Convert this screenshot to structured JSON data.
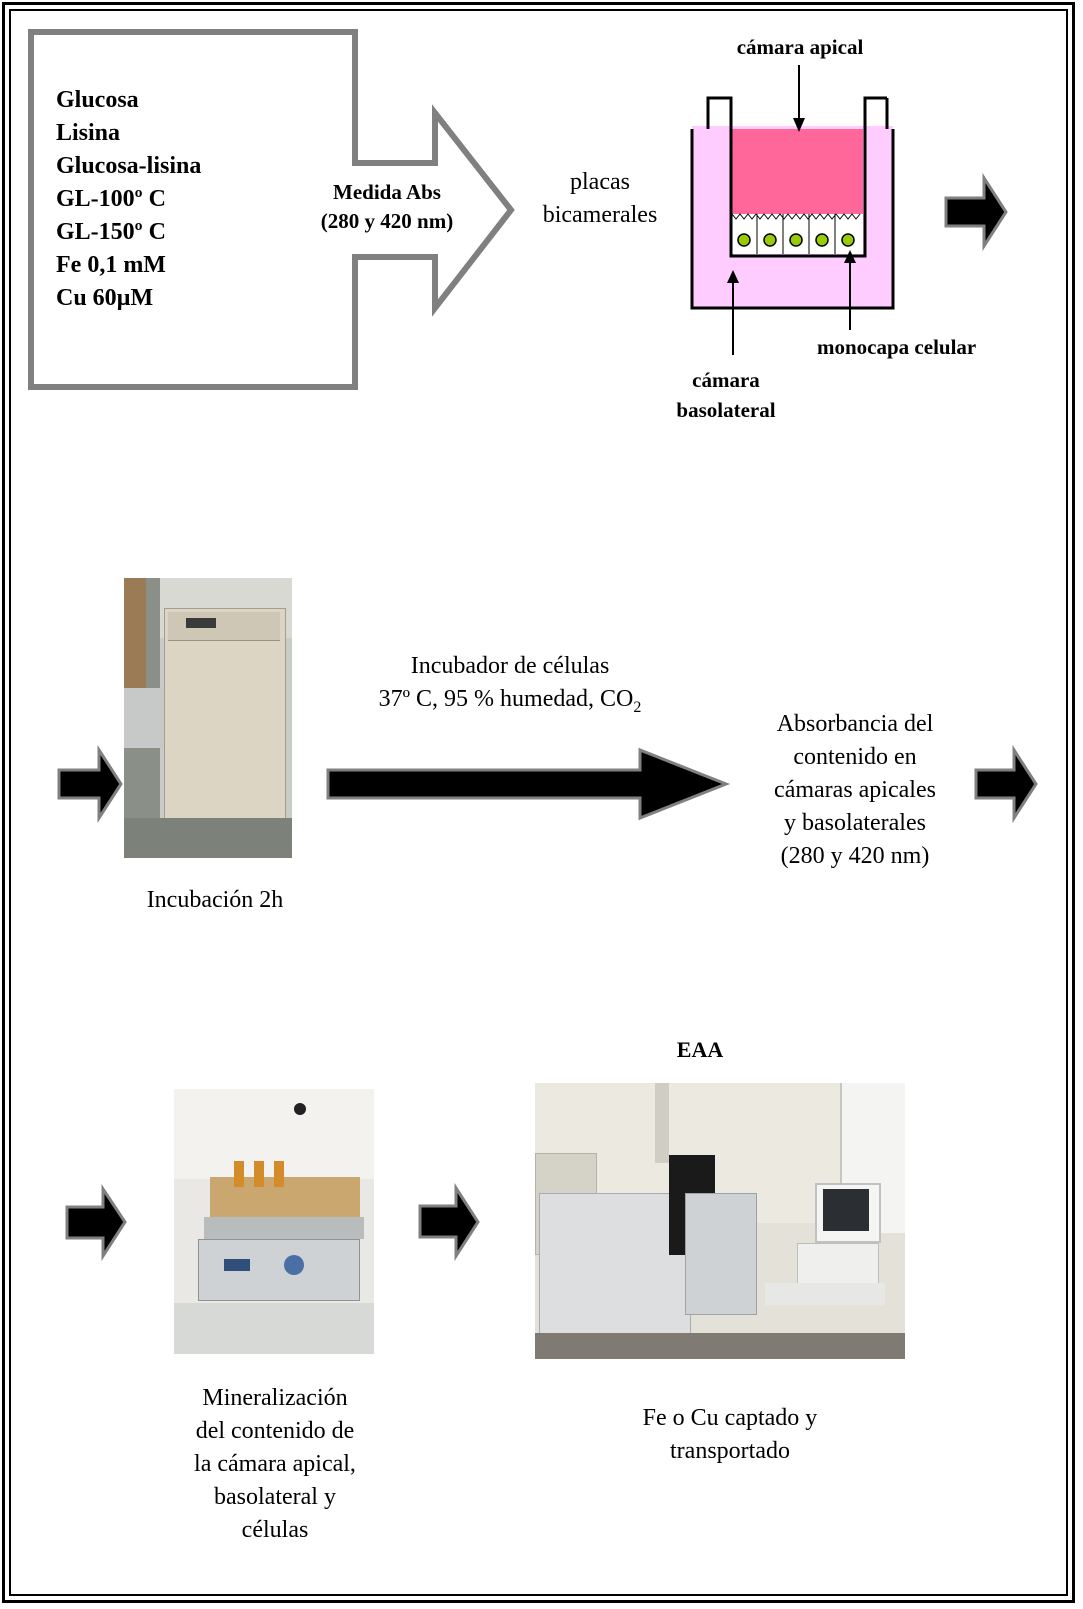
{
  "samples": [
    "Glucosa",
    "Lisina",
    "Glucosa-lisina",
    "GL-100º C",
    "GL-150º C",
    "Fe 0,1 mM",
    "Cu 60µM"
  ],
  "big_arrow_label": [
    "Medida Abs",
    "(280 y 420 nm)"
  ],
  "plates_label": [
    "placas",
    "bicamerales"
  ],
  "chamber_labels": {
    "apical": "cámara apical",
    "basolateral": [
      "cámara",
      "basolateral"
    ],
    "monolayer": "monocapa celular"
  },
  "incubator": {
    "title": "Incubador de células",
    "conditions": "37º C, 95 % humedad, CO",
    "co2_subscript": "2",
    "caption": "Incubación 2h"
  },
  "absorbance": [
    "Absorbancia del",
    "contenido en",
    "cámaras apicales",
    "y basolaterales",
    "(280 y 420 nm)"
  ],
  "mineralization": [
    "Mineralización",
    "del contenido de",
    "la cámara apical,",
    "basolateral y",
    "células"
  ],
  "eaa": {
    "title": "EAA",
    "caption": [
      "Fe o Cu captado y",
      "transportado"
    ]
  },
  "colors": {
    "arrow_outline": "#808080",
    "arrow_fill": "#000000",
    "basolateral_fill": "#ffccff",
    "apical_fill": "#ff6699",
    "cell_nucleus": "#99cc00"
  }
}
